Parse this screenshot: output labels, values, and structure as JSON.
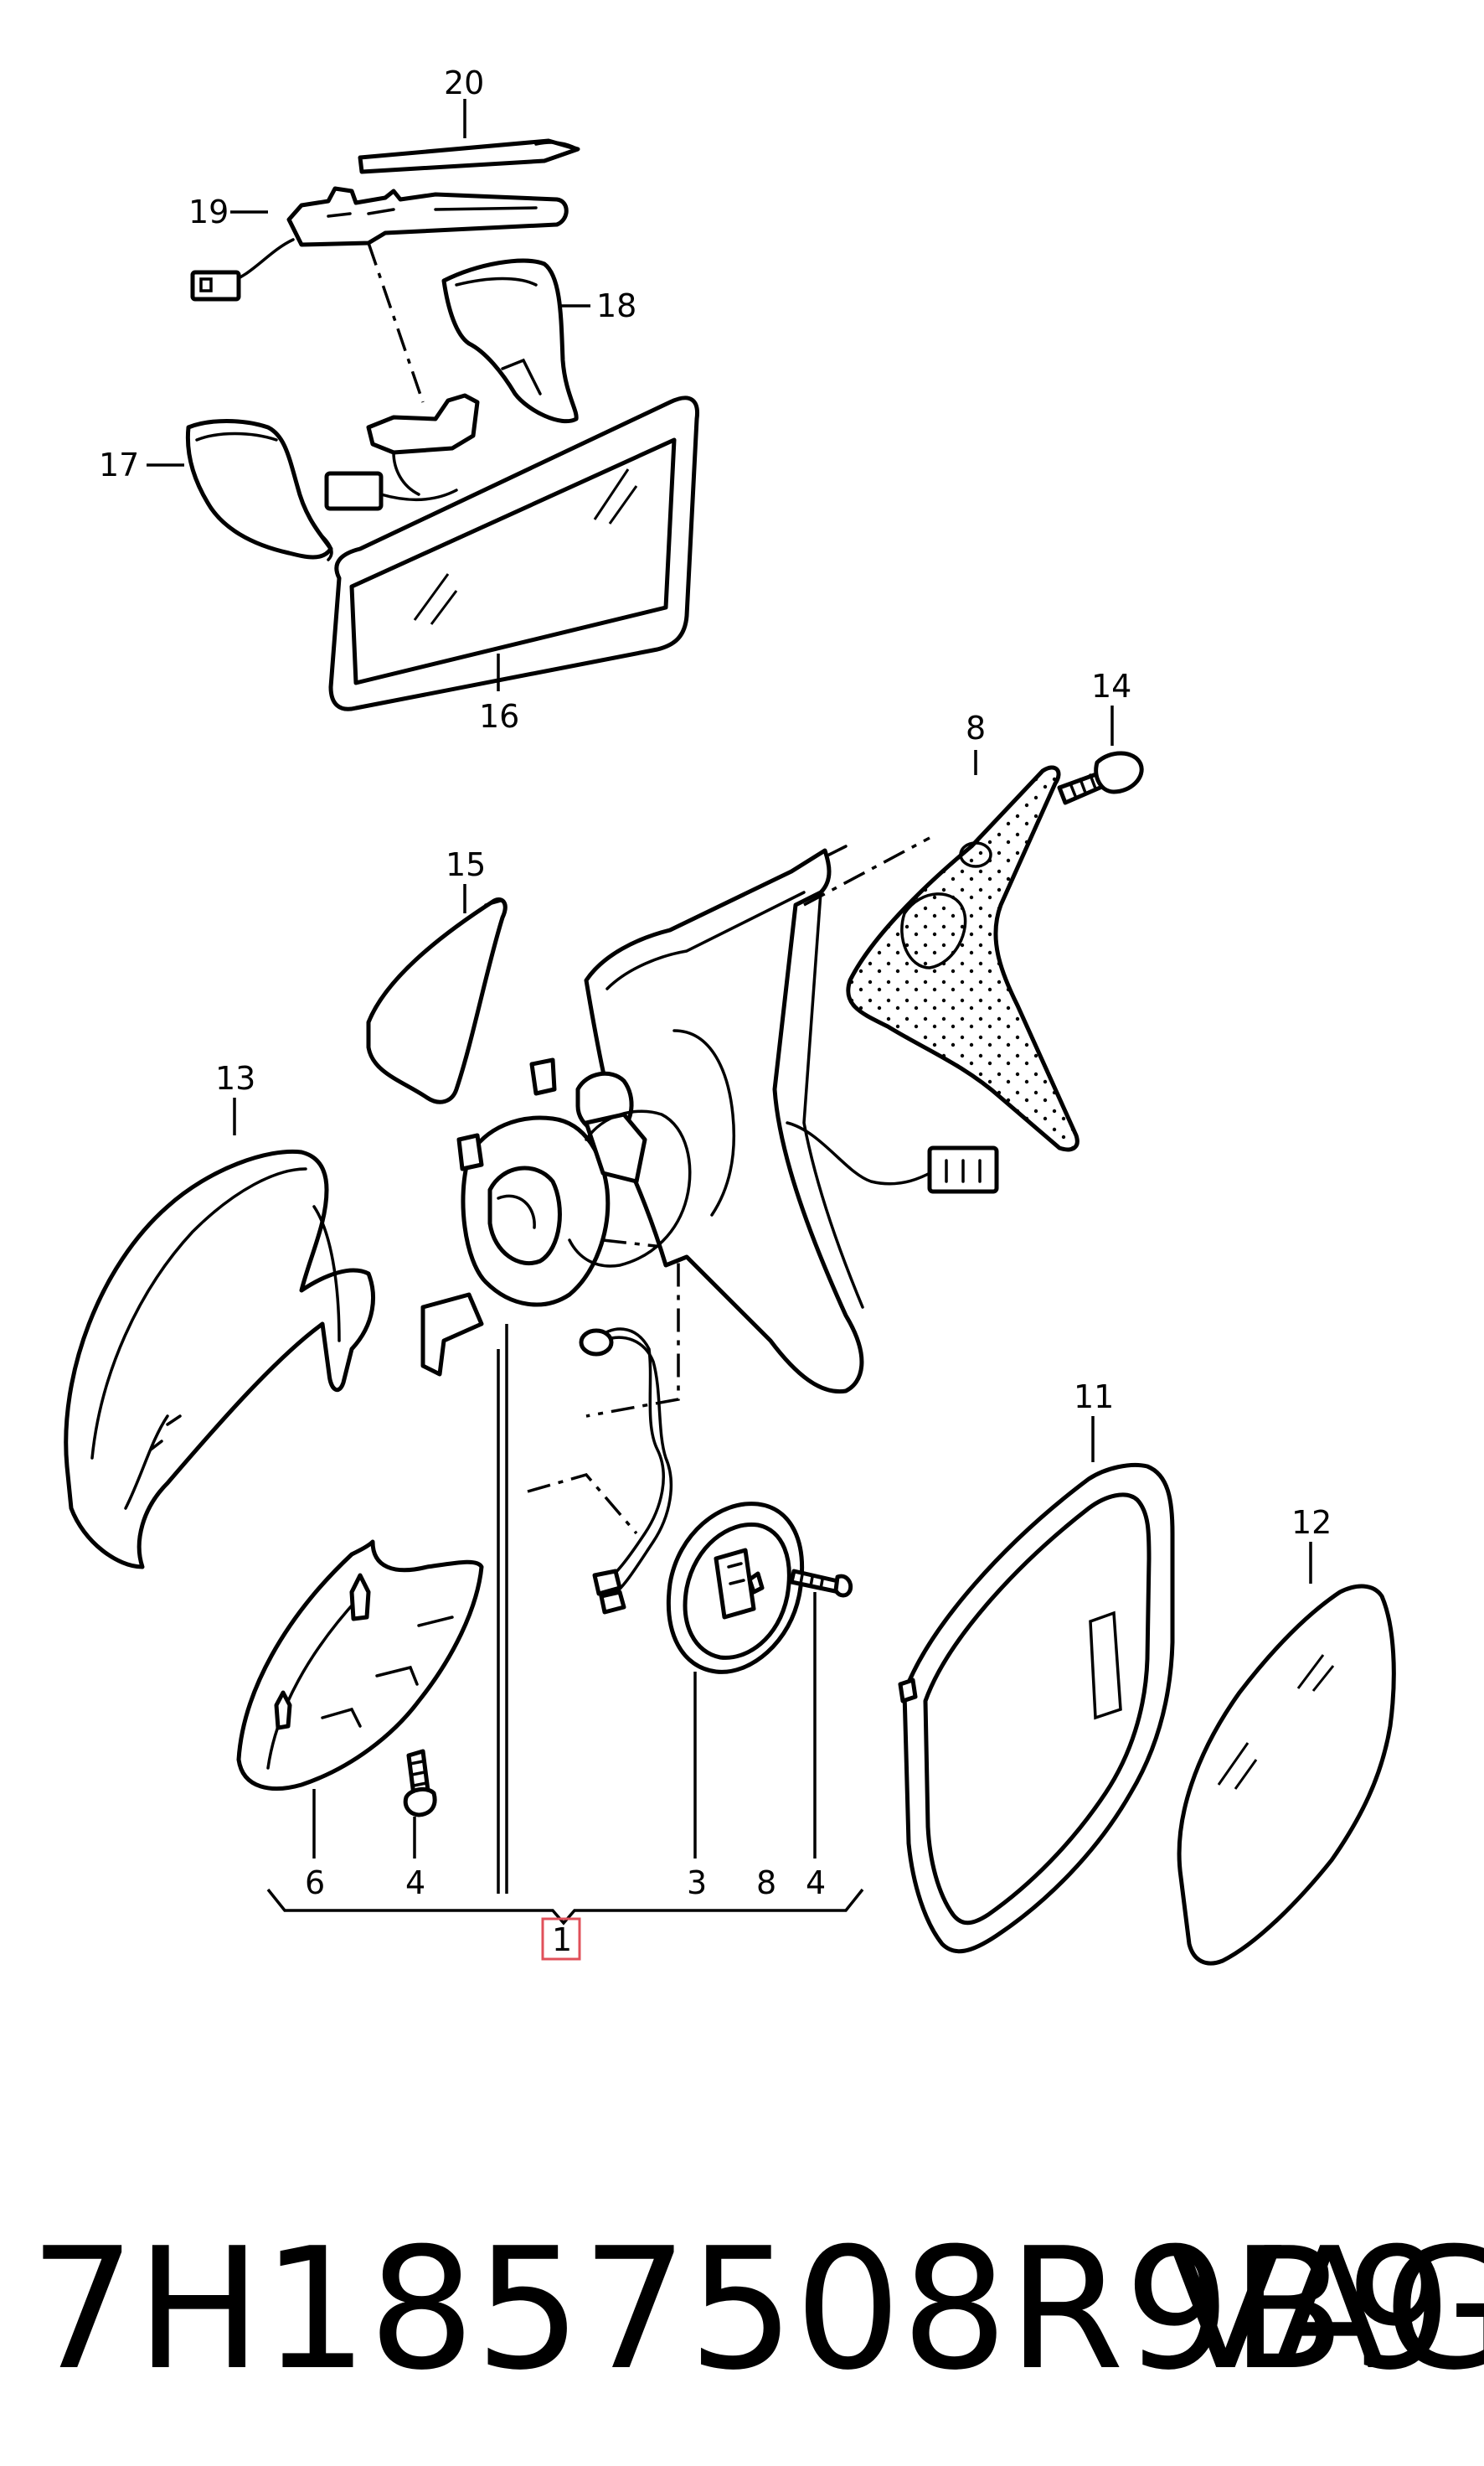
{
  "callouts": {
    "c20": "20",
    "c19": "19",
    "c18": "18",
    "c17": "17",
    "c16": "16",
    "c14": "14",
    "c8_top": "8",
    "c15": "15",
    "c13": "13",
    "c11": "11",
    "c12": "12",
    "c6": "6",
    "c4_left": "4",
    "c3": "3",
    "c8_bottom": "8",
    "c4_right": "4",
    "c1": "1"
  },
  "footer": {
    "part_number": "7H1857508R9B9",
    "brand": "VAG"
  },
  "colors": {
    "line": "#000000",
    "highlight_box": "#e0505a",
    "background": "#ffffff"
  }
}
